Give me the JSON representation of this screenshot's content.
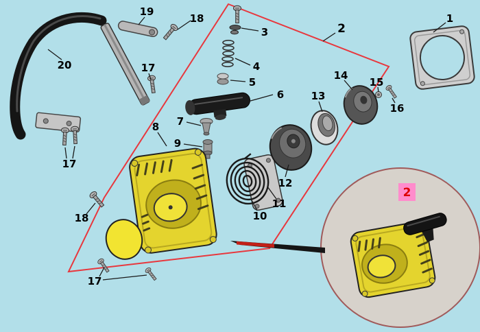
{
  "colors": {
    "background": "#b2dfe9",
    "outline_red": "#e8373d",
    "housing_yellow": "#e4d42e",
    "badge_pink": "#ff8ccc",
    "badge_text_red": "#dd0000",
    "inset_fill": "#d7d2cb",
    "inset_stroke": "#a05a5a"
  },
  "callouts": {
    "c1": "1",
    "c2": "2",
    "c3": "3",
    "c4": "4",
    "c5": "5",
    "c6": "6",
    "c7": "7",
    "c8": "8",
    "c9": "9",
    "c10": "10",
    "c11": "11",
    "c12": "12",
    "c13": "13",
    "c14": "14",
    "c15": "15",
    "c16": "16",
    "c17_top": "17",
    "c17_mid": "17",
    "c17_bottom": "17",
    "c18_top": "18",
    "c18_mid": "18",
    "c19": "19",
    "c20": "20",
    "inset_badge": "2"
  }
}
